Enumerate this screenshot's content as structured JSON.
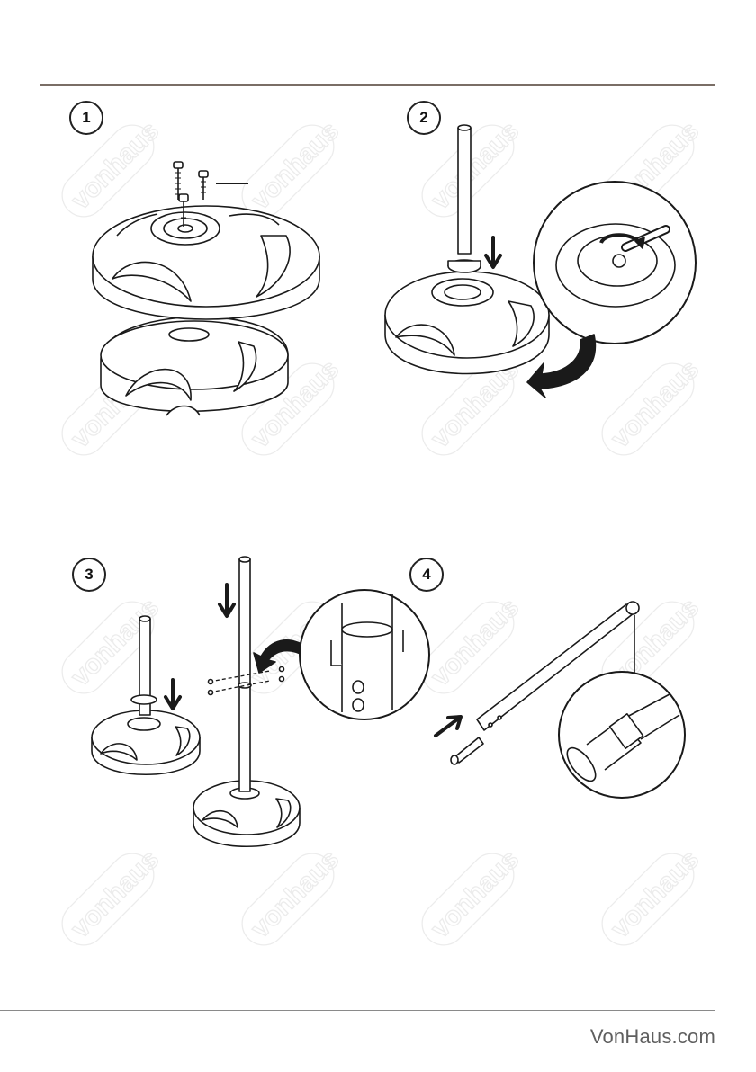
{
  "watermark": {
    "text": "vonhaus"
  },
  "steps": [
    {
      "number": "1"
    },
    {
      "number": "2"
    },
    {
      "number": "3"
    },
    {
      "number": "4"
    }
  ],
  "footer": {
    "brand": "VonHaus.com"
  },
  "icons": [
    "screw-icon",
    "arrow-down-icon",
    "rotate-arrow-icon",
    "arrow-diagonal-icon"
  ]
}
